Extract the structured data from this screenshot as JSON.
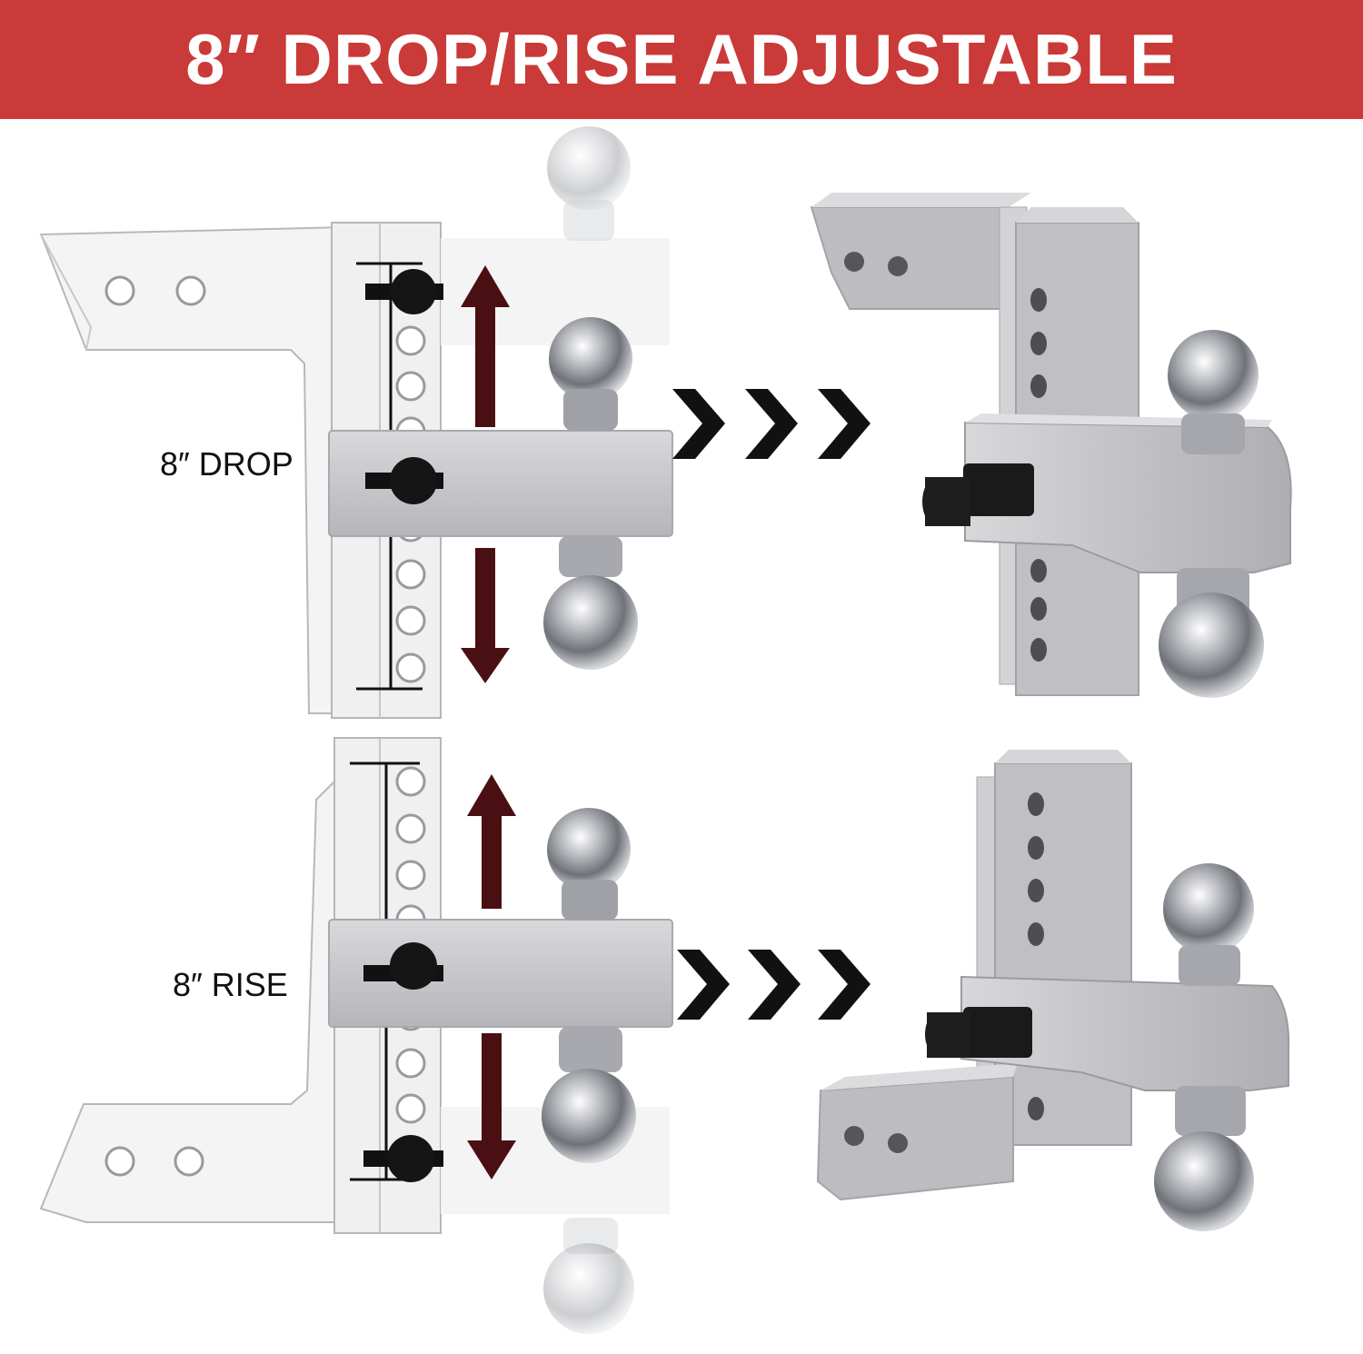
{
  "header": {
    "title": "8″ DROP/RISE ADJUSTABLE"
  },
  "panels": [
    {
      "label": "8″ DROP",
      "direction": "drop"
    },
    {
      "label": "8″ RISE",
      "direction": "rise"
    }
  ],
  "colors": {
    "banner": "#c93a38",
    "arrow": "#4a0f12",
    "metal": "#c9c9cc",
    "metal_light": "#e4e4e6",
    "pin": "#111111"
  }
}
